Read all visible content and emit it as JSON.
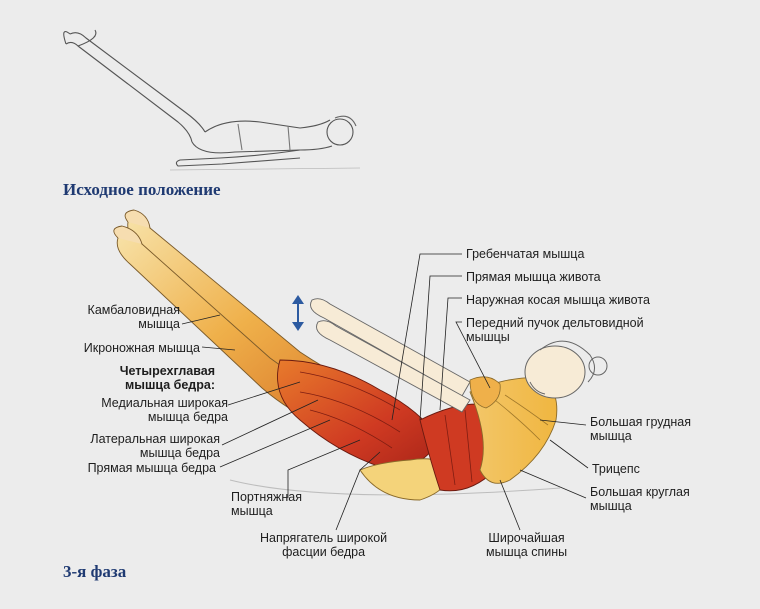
{
  "phases": {
    "start": "Исходное положение",
    "phase3": "3-я фаза"
  },
  "labels": {
    "soleus": "Камбаловидная\nмышца",
    "gastrocnemius": "Икроножная мышца",
    "quadriceps": "Четырехглавая\nмышца бедра:",
    "vastus_medialis": "Медиальная широкая\nмышца бедра",
    "vastus_lateralis": "Латеральная широкая\nмышца бедра",
    "rectus_femoris": "Прямая мышца бедра",
    "sartorius": "Портняжная\nмышца",
    "tensor_fasciae_latae": "Напрягатель широкой\nфасции бедра",
    "pectineus": "Гребенчатая мышца",
    "rectus_abdominis": "Прямая мышца живота",
    "external_oblique": "Наружная косая мышца живота",
    "anterior_deltoid": "Передний пучок дельтовидной\nмышцы",
    "pectoralis_major": "Большая грудная\nмышца",
    "triceps": "Трицепс",
    "teres_major": "Большая круглая\nмышца",
    "latissimus_dorsi": "Широчайшая\nмышца спины"
  },
  "colors": {
    "phase_title": "#1f3a72",
    "muscle_red": "#c9301f",
    "muscle_orange": "#e9a43a",
    "muscle_yellow": "#f4cf68",
    "arrow": "#2c5aa0"
  }
}
